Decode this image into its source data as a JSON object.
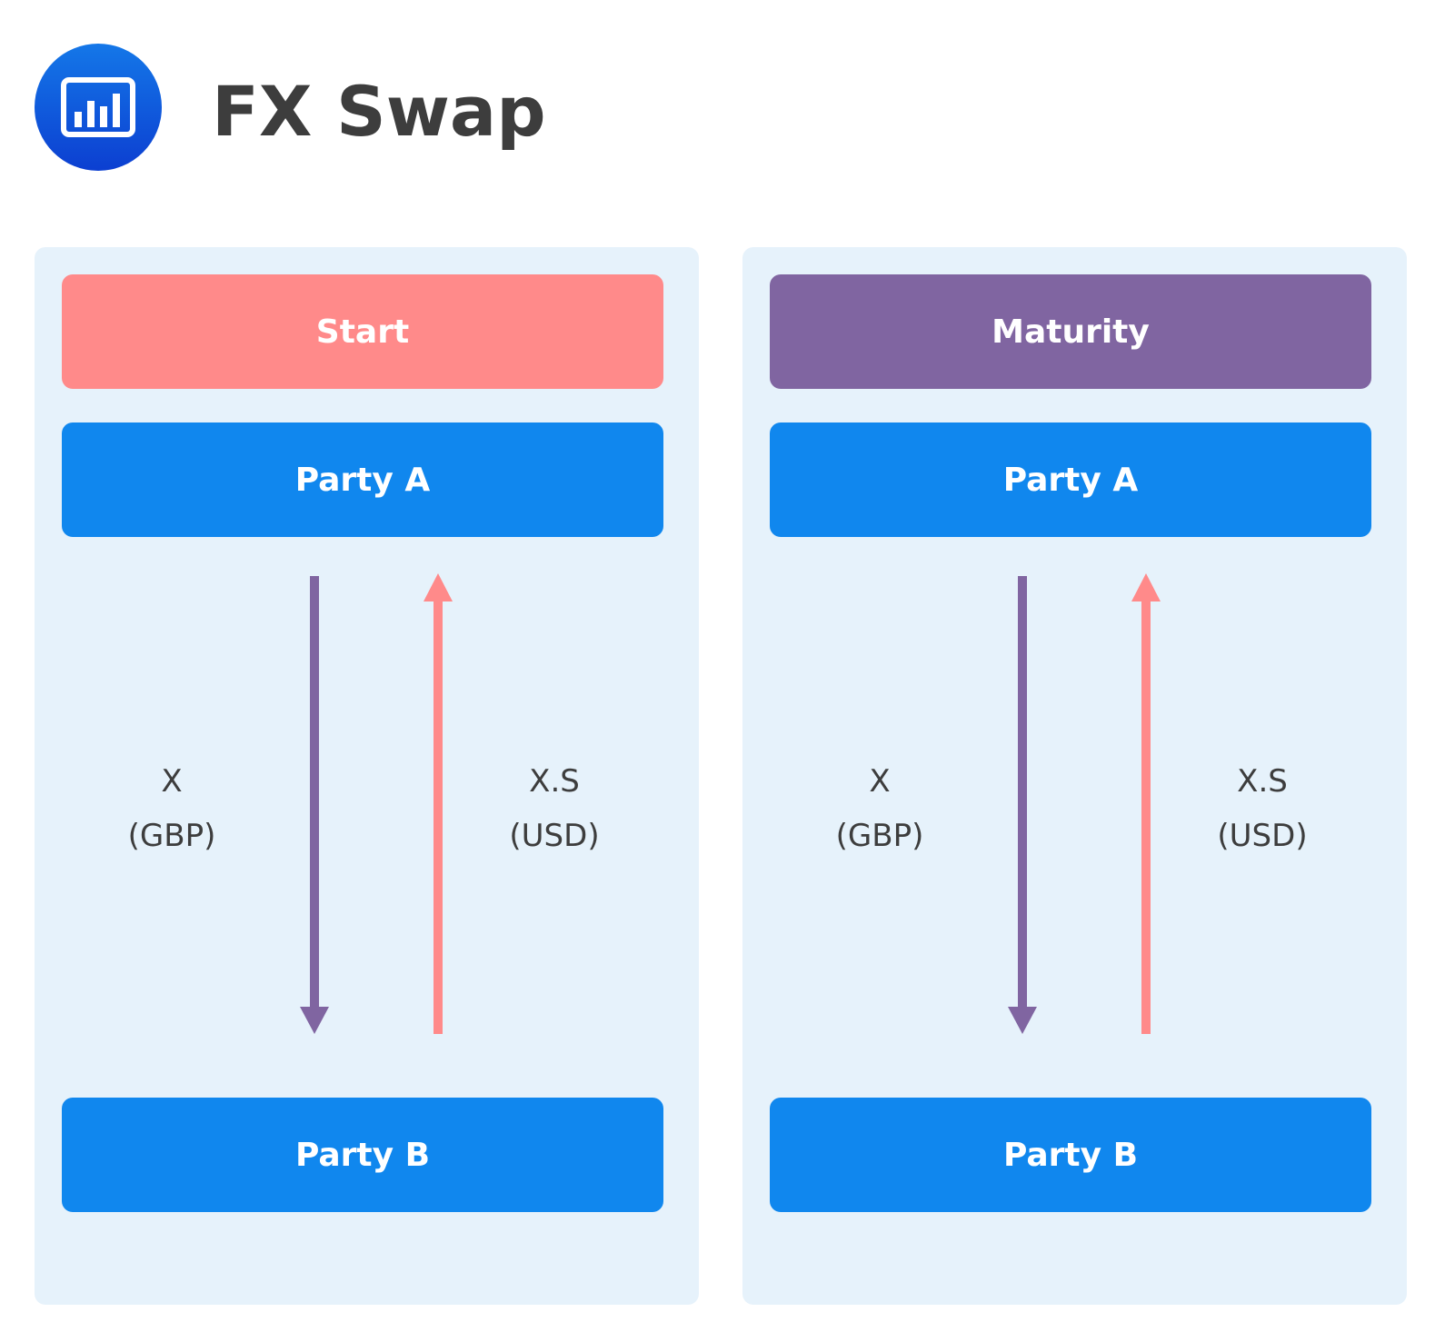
{
  "header": {
    "title": "FX Swap",
    "logo_icon": "bar-chart-icon"
  },
  "colors": {
    "party_box": "#1087ee",
    "panel_bg": "#e6f2fb",
    "start": "#ff8a8a",
    "maturity": "#8065a1",
    "gbp_arrow": "#8065a1",
    "usd_arrow": "#ff8a8a"
  },
  "panels": [
    {
      "phase": "Start",
      "phase_color": "#ff8a8a",
      "party_a": "Party A",
      "party_b": "Party B",
      "gbp_flow": {
        "amount": "X",
        "currency": "(GBP)",
        "direction": "A to B"
      },
      "usd_flow": {
        "amount": "X.S",
        "currency": "(USD)",
        "direction": "B to A"
      }
    },
    {
      "phase": "Maturity",
      "phase_color": "#8065a1",
      "party_a": "Party A",
      "party_b": "Party B",
      "gbp_flow": {
        "amount": "X",
        "currency": "(GBP)",
        "direction": "A to B"
      },
      "usd_flow": {
        "amount": "X.S",
        "currency": "(USD)",
        "direction": "B to A"
      }
    }
  ]
}
